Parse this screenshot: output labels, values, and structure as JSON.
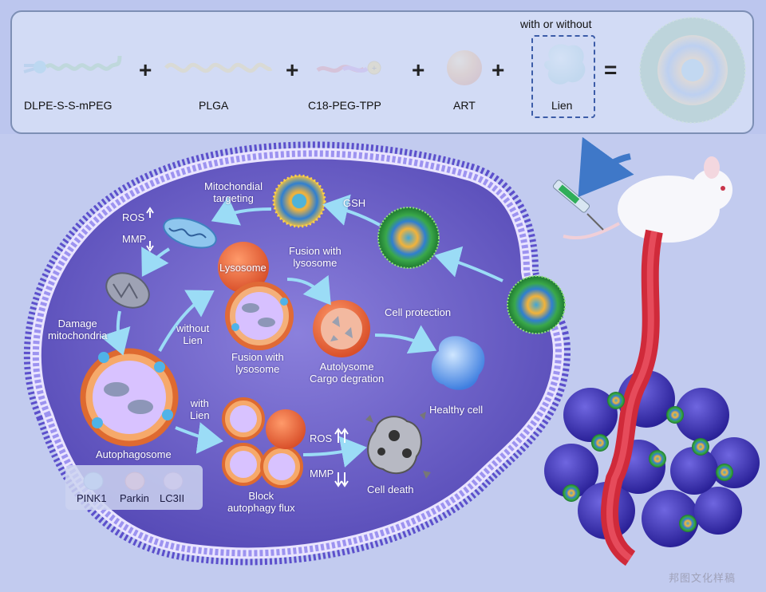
{
  "legend_top": {
    "components": [
      "DLPE-S-S-mPEG",
      "PLGA",
      "C18-PEG-TPP",
      "ART",
      "Lien"
    ],
    "with_or_without": "with or without",
    "plus": "+",
    "equals": "="
  },
  "cell_labels": {
    "mito_targeting": [
      "Mitochondial",
      "targeting"
    ],
    "gsh": "GSH",
    "ros": "ROS",
    "mmp": "MMP",
    "damage": [
      "Damage",
      "mitochondria"
    ],
    "lysosome": "Lysosome",
    "fusion_top": [
      "Fusion with",
      "lysosome"
    ],
    "without_lien": [
      "without",
      "Lien"
    ],
    "fusion_mid": [
      "Fusion with",
      "lysosome"
    ],
    "autolysome": [
      "Autolysome",
      "Cargo degration"
    ],
    "cell_protection": "Cell protection",
    "healthy": "Healthy cell",
    "autophagosome": "Autophagosome",
    "with_lien": [
      "with",
      "Lien"
    ],
    "block": [
      "Block",
      "autophagy flux"
    ],
    "ros2": "ROS",
    "mmp2": "MMP",
    "cell_death": "Cell death"
  },
  "protein_legend": [
    "PINK1",
    "Parkin",
    "LC3II"
  ],
  "watermark": "邦图文化样稿",
  "colors": {
    "membrane_head": "#6b5fd6",
    "cytoplasm": "#6a5ec4",
    "arrow": "#8fd3f4",
    "vessel": "#d02a3a",
    "tumor": "#3c34b8",
    "nanoparticle_shell": "#2f9a44",
    "lysosome": "#e8673a"
  }
}
